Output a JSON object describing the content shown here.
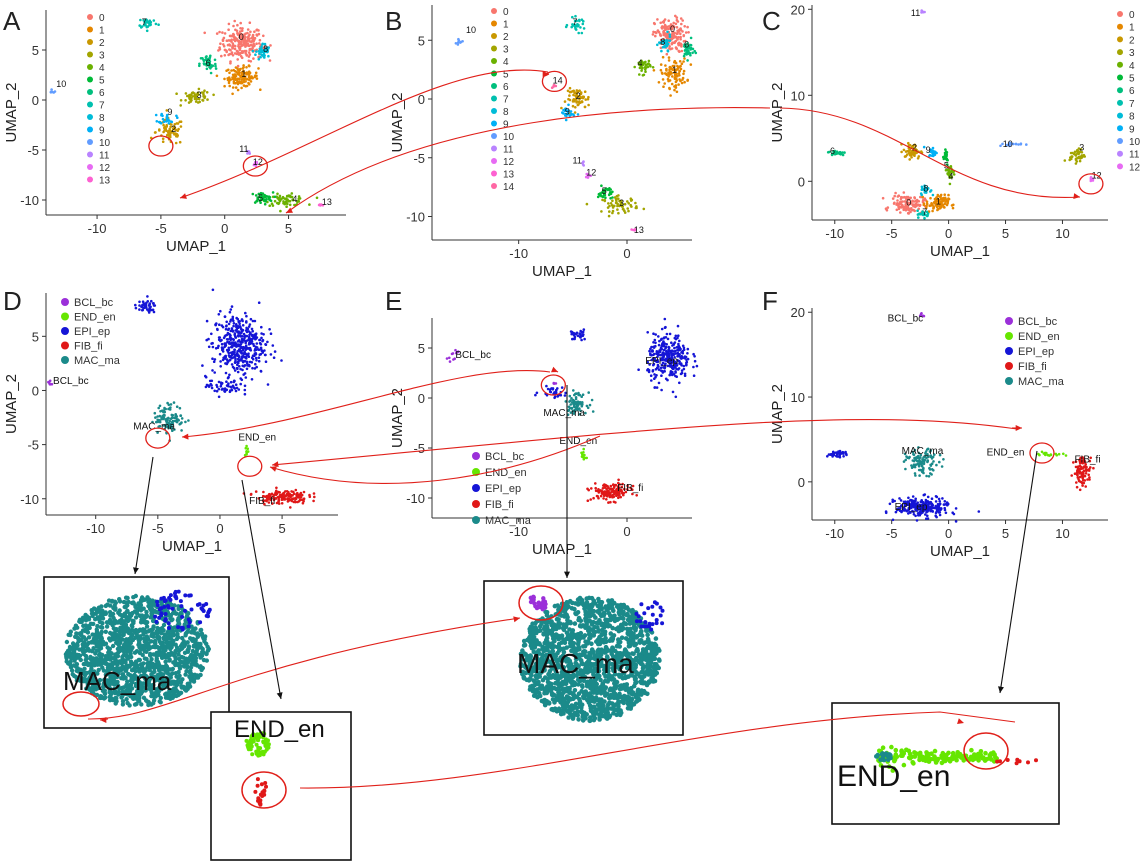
{
  "chart_data": [
    {
      "type": "scatter",
      "panel": "A",
      "xlabel": "UMAP_1",
      "ylabel": "UMAP_2",
      "xlim": [
        -14,
        9.5
      ],
      "ylim": [
        -11.5,
        9
      ],
      "xticks": [
        -10,
        -5,
        0,
        5
      ],
      "yticks": [
        5,
        0,
        -5,
        -10
      ],
      "legend": {
        "placement": "top-left",
        "labels": [
          "0",
          "1",
          "2",
          "3",
          "4",
          "5",
          "6",
          "7",
          "8",
          "9",
          "10",
          "11",
          "12",
          "13"
        ]
      },
      "clusters": [
        {
          "id": "0",
          "label": "0",
          "x": 1.3,
          "y": 5.7,
          "sx": 1.5,
          "sy": 1.6,
          "n": 230,
          "label_pos": [
            1.3,
            6.0
          ]
        },
        {
          "id": "1",
          "label": "1",
          "x": 1.3,
          "y": 2.3,
          "sx": 1.2,
          "sy": 0.9,
          "n": 120,
          "label_pos": [
            1.5,
            2.3
          ]
        },
        {
          "id": "2",
          "label": "2",
          "x": -4.3,
          "y": -3.2,
          "sx": 1.0,
          "sy": 1.2,
          "n": 70,
          "label_pos": [
            -4.0,
            -3.2
          ]
        },
        {
          "id": "3",
          "label": "3",
          "x": -2.2,
          "y": 0.3,
          "sx": 1.0,
          "sy": 0.6,
          "n": 55,
          "label_pos": [
            -2.0,
            0.2
          ]
        },
        {
          "id": "4",
          "label": "4",
          "x": 4.8,
          "y": -10.0,
          "sx": 1.4,
          "sy": 0.5,
          "n": 65,
          "label_pos": [
            5.5,
            -10.2
          ]
        },
        {
          "id": "5",
          "label": "5",
          "x": 2.9,
          "y": -9.8,
          "sx": 0.8,
          "sy": 0.5,
          "n": 45,
          "label_pos": [
            2.8,
            -10.1
          ]
        },
        {
          "id": "6",
          "label": "6",
          "x": -1.3,
          "y": 3.6,
          "sx": 0.6,
          "sy": 0.9,
          "n": 45,
          "label_pos": [
            -1.3,
            3.4
          ]
        },
        {
          "id": "7",
          "label": "7",
          "x": -6.0,
          "y": 7.7,
          "sx": 0.7,
          "sy": 0.5,
          "n": 30,
          "label_pos": [
            -6.3,
            7.5
          ]
        },
        {
          "id": "8",
          "label": "8",
          "x": 3.0,
          "y": 4.8,
          "sx": 0.5,
          "sy": 0.8,
          "n": 40,
          "label_pos": [
            3.2,
            4.8
          ]
        },
        {
          "id": "9",
          "label": "9",
          "x": -4.5,
          "y": -1.8,
          "sx": 0.6,
          "sy": 0.5,
          "n": 25,
          "label_pos": [
            -4.3,
            -1.5
          ]
        },
        {
          "id": "10",
          "label": "10",
          "x": -13.5,
          "y": 0.9,
          "sx": 0.2,
          "sy": 0.2,
          "n": 6,
          "label_pos": [
            -12.8,
            1.3
          ]
        },
        {
          "id": "11",
          "label": "11",
          "x": 1.8,
          "y": -5.3,
          "sx": 0.2,
          "sy": 0.3,
          "n": 6,
          "label_pos": [
            1.5,
            -5.2
          ]
        },
        {
          "id": "12",
          "label": "12",
          "x": 2.4,
          "y": -6.4,
          "sx": 0.2,
          "sy": 0.3,
          "n": 8,
          "label_pos": [
            2.6,
            -6.5
          ]
        },
        {
          "id": "13",
          "label": "13",
          "x": 7.5,
          "y": -10.5,
          "sx": 0.3,
          "sy": 0.1,
          "n": 6,
          "label_pos": [
            8.0,
            -10.5
          ]
        }
      ],
      "highlight_circles": [
        [
          -5.0,
          -4.6
        ],
        [
          2.4,
          -6.6
        ]
      ]
    },
    {
      "type": "scatter",
      "panel": "B",
      "xlabel": "UMAP_1",
      "ylabel": "UMAP_2",
      "xlim": [
        -18,
        6
      ],
      "ylim": [
        -12,
        8
      ],
      "xticks": [
        -10,
        0
      ],
      "yticks": [
        5,
        0,
        -5,
        -10
      ],
      "legend": {
        "placement": "top-left",
        "labels": [
          "0",
          "1",
          "2",
          "3",
          "4",
          "5",
          "6",
          "7",
          "8",
          "9",
          "10",
          "11",
          "12",
          "13",
          "14"
        ]
      },
      "clusters": [
        {
          "id": "0",
          "label": "0",
          "x": 4.0,
          "y": 5.4,
          "sx": 1.3,
          "sy": 1.3,
          "n": 160,
          "label_pos": [
            4.2,
            5.7
          ]
        },
        {
          "id": "1",
          "label": "1",
          "x": 4.3,
          "y": 2.2,
          "sx": 1.1,
          "sy": 1.1,
          "n": 100,
          "label_pos": [
            4.4,
            2.2
          ]
        },
        {
          "id": "2",
          "label": "2",
          "x": -4.5,
          "y": 0.0,
          "sx": 1.0,
          "sy": 0.8,
          "n": 60,
          "label_pos": [
            -4.5,
            0.0
          ]
        },
        {
          "id": "3",
          "label": "3",
          "x": -0.6,
          "y": -9.0,
          "sx": 1.5,
          "sy": 0.6,
          "n": 60,
          "label_pos": [
            -0.5,
            -9.1
          ]
        },
        {
          "id": "4",
          "label": "4",
          "x": 1.5,
          "y": 2.8,
          "sx": 0.6,
          "sy": 0.6,
          "n": 40,
          "label_pos": [
            1.2,
            2.8
          ]
        },
        {
          "id": "5",
          "label": "5",
          "x": -2.0,
          "y": -8.0,
          "sx": 0.6,
          "sy": 0.5,
          "n": 35,
          "label_pos": [
            -2.1,
            -8.1
          ]
        },
        {
          "id": "6",
          "label": "6",
          "x": 5.6,
          "y": 4.2,
          "sx": 0.5,
          "sy": 0.7,
          "n": 40,
          "label_pos": [
            5.5,
            4.4
          ]
        },
        {
          "id": "7",
          "label": "7",
          "x": -4.6,
          "y": 6.3,
          "sx": 0.7,
          "sy": 0.5,
          "n": 30,
          "label_pos": [
            -4.8,
            6.3
          ]
        },
        {
          "id": "8",
          "label": "8",
          "x": 3.5,
          "y": 4.6,
          "sx": 0.5,
          "sy": 0.7,
          "n": 35,
          "label_pos": [
            3.3,
            4.6
          ]
        },
        {
          "id": "9",
          "label": "9",
          "x": -5.5,
          "y": -1.2,
          "sx": 0.6,
          "sy": 0.5,
          "n": 25,
          "label_pos": [
            -5.5,
            -1.3
          ]
        },
        {
          "id": "10",
          "label": "10",
          "x": -15.5,
          "y": 4.8,
          "sx": 0.4,
          "sy": 0.4,
          "n": 8,
          "label_pos": [
            -14.4,
            5.6
          ]
        },
        {
          "id": "11",
          "label": "11",
          "x": -4.0,
          "y": -5.5,
          "sx": 0.2,
          "sy": 0.3,
          "n": 5,
          "label_pos": [
            -4.6,
            -5.5
          ]
        },
        {
          "id": "12",
          "label": "12",
          "x": -3.6,
          "y": -6.5,
          "sx": 0.2,
          "sy": 0.3,
          "n": 7,
          "label_pos": [
            -3.3,
            -6.5
          ]
        },
        {
          "id": "13",
          "label": "13",
          "x": 0.8,
          "y": -11.1,
          "sx": 0.3,
          "sy": 0.1,
          "n": 4,
          "label_pos": [
            1.1,
            -11.4
          ]
        },
        {
          "id": "14",
          "label": "14",
          "x": -6.8,
          "y": 1.1,
          "sx": 0.2,
          "sy": 0.2,
          "n": 6,
          "label_pos": [
            -6.4,
            1.3
          ]
        }
      ],
      "highlight_circles": [
        [
          -6.7,
          1.5
        ]
      ]
    },
    {
      "type": "scatter",
      "panel": "C",
      "xlabel": "UMAP_1",
      "ylabel": "UMAP_2",
      "xlim": [
        -12,
        14
      ],
      "ylim": [
        -4.5,
        20.5
      ],
      "xticks": [
        -10,
        -5,
        0,
        5,
        10
      ],
      "yticks": [
        20,
        10,
        0
      ],
      "legend": {
        "placement": "right",
        "labels": [
          "0",
          "1",
          "2",
          "3",
          "4",
          "5",
          "6",
          "7",
          "8",
          "9",
          "10",
          "11",
          "12"
        ]
      },
      "clusters": [
        {
          "id": "0",
          "label": "0",
          "x": -3.6,
          "y": -2.6,
          "sx": 1.3,
          "sy": 0.9,
          "n": 120,
          "label_pos": [
            -3.5,
            -2.8
          ]
        },
        {
          "id": "1",
          "label": "1",
          "x": -1.0,
          "y": -2.6,
          "sx": 0.9,
          "sy": 0.9,
          "n": 90,
          "label_pos": [
            -0.9,
            -2.7
          ]
        },
        {
          "id": "2",
          "label": "2",
          "x": -3.2,
          "y": 3.5,
          "sx": 0.7,
          "sy": 0.8,
          "n": 55,
          "label_pos": [
            -3.0,
            3.6
          ]
        },
        {
          "id": "3",
          "label": "3",
          "x": 11.3,
          "y": 3.0,
          "sx": 0.6,
          "sy": 0.7,
          "n": 45,
          "label_pos": [
            11.7,
            3.6
          ]
        },
        {
          "id": "4",
          "label": "4",
          "x": 0.2,
          "y": 1.0,
          "sx": 0.3,
          "sy": 1.0,
          "n": 25,
          "label_pos": [
            0.2,
            0.2
          ]
        },
        {
          "id": "5",
          "label": "5",
          "x": -0.3,
          "y": 3.0,
          "sx": 0.3,
          "sy": 1.0,
          "n": 20,
          "label_pos": [
            -0.2,
            1.5
          ]
        },
        {
          "id": "6",
          "label": "6",
          "x": -9.8,
          "y": 3.3,
          "sx": 0.7,
          "sy": 0.25,
          "n": 30,
          "label_pos": [
            -10.2,
            3.2
          ]
        },
        {
          "id": "7",
          "label": "7",
          "x": -2.2,
          "y": -3.8,
          "sx": 0.5,
          "sy": 0.35,
          "n": 25,
          "label_pos": [
            -2.1,
            -3.9
          ]
        },
        {
          "id": "8",
          "label": "8",
          "x": -2.0,
          "y": -1.0,
          "sx": 0.4,
          "sy": 0.5,
          "n": 25,
          "label_pos": [
            -2.0,
            -1.2
          ]
        },
        {
          "id": "9",
          "label": "9",
          "x": -1.4,
          "y": 3.4,
          "sx": 0.4,
          "sy": 0.5,
          "n": 20,
          "label_pos": [
            -1.8,
            3.3
          ]
        },
        {
          "id": "10",
          "label": "10",
          "x": 5.8,
          "y": 4.3,
          "sx": 1.3,
          "sy": 0.2,
          "n": 15,
          "label_pos": [
            5.2,
            4.0
          ]
        },
        {
          "id": "11",
          "label": "11",
          "x": -2.3,
          "y": 19.7,
          "sx": 0.2,
          "sy": 0.2,
          "n": 6,
          "label_pos": [
            -2.9,
            19.2
          ]
        },
        {
          "id": "12",
          "label": "12",
          "x": 12.6,
          "y": 0.4,
          "sx": 0.2,
          "sy": 0.3,
          "n": 6,
          "label_pos": [
            13.0,
            0.3
          ]
        }
      ],
      "highlight_circles": [
        [
          12.5,
          -0.3
        ]
      ]
    },
    {
      "type": "scatter",
      "panel": "D",
      "xlabel": "UMAP_1",
      "ylabel": "UMAP_2",
      "xlim": [
        -14,
        9.5
      ],
      "ylim": [
        -11.5,
        9
      ],
      "xticks": [
        -10,
        -5,
        0,
        5
      ],
      "yticks": [
        5,
        0,
        -5,
        -10
      ],
      "legend": {
        "placement": "top-left",
        "labels": [
          "BCL_bc",
          "END_en",
          "EPI_ep",
          "FIB_fi",
          "MAC_ma"
        ]
      },
      "clusters": [
        {
          "id": "EPI_ep",
          "label": "",
          "x": 1.5,
          "y": 4.2,
          "sx": 1.9,
          "sy": 2.6,
          "n": 420
        },
        {
          "id": "EPI_ep",
          "label": "",
          "x": -6.0,
          "y": 7.7,
          "sx": 0.8,
          "sy": 0.5,
          "n": 45
        },
        {
          "id": "EPI_ep",
          "label": "",
          "x": 0.3,
          "y": 0.4,
          "sx": 1.3,
          "sy": 0.8,
          "n": 50
        },
        {
          "id": "MAC_ma",
          "label": "MAC_ma",
          "x": -4.1,
          "y": -2.6,
          "sx": 1.1,
          "sy": 1.2,
          "n": 110,
          "label_pos": [
            -5.3,
            -3.6
          ]
        },
        {
          "id": "BCL_bc",
          "label": "BCL_bc",
          "x": -13.6,
          "y": 0.8,
          "sx": 0.2,
          "sy": 0.3,
          "n": 7,
          "label_pos": [
            -12.0,
            0.6
          ]
        },
        {
          "id": "END_en",
          "label": "END_en",
          "x": 2.2,
          "y": -5.6,
          "sx": 0.2,
          "sy": 0.4,
          "n": 10,
          "label_pos": [
            3.0,
            -4.6
          ]
        },
        {
          "id": "FIB_fi",
          "label": "FIB_fi",
          "x": 5.0,
          "y": -9.8,
          "sx": 1.9,
          "sy": 0.6,
          "n": 140,
          "label_pos": [
            3.4,
            -10.5
          ]
        }
      ],
      "highlight_circles": [
        [
          -5.0,
          -4.4
        ],
        [
          2.4,
          -7.0
        ]
      ]
    },
    {
      "type": "scatter",
      "panel": "E",
      "xlabel": "UMAP_1",
      "ylabel": "UMAP_2",
      "xlim": [
        -18,
        6
      ],
      "ylim": [
        -12,
        8
      ],
      "xticks": [
        -10,
        0
      ],
      "yticks": [
        5,
        0,
        -5,
        -10
      ],
      "legend": {
        "placement": "left",
        "labels": [
          "BCL_bc",
          "END_en",
          "EPI_ep",
          "FIB_fi",
          "MAC_ma"
        ]
      },
      "clusters": [
        {
          "id": "EPI_ep",
          "label": "EPI_ep",
          "x": 3.9,
          "y": 3.9,
          "sx": 1.8,
          "sy": 2.2,
          "n": 300,
          "label_pos": [
            3.2,
            3.4
          ]
        },
        {
          "id": "EPI_ep",
          "label": "",
          "x": -4.5,
          "y": 6.3,
          "sx": 0.7,
          "sy": 0.5,
          "n": 30
        },
        {
          "id": "EPI_ep",
          "label": "",
          "x": -6.8,
          "y": 0.6,
          "sx": 1.1,
          "sy": 0.5,
          "n": 30
        },
        {
          "id": "MAC_ma",
          "label": "MAC_ma",
          "x": -4.7,
          "y": -0.5,
          "sx": 0.9,
          "sy": 0.9,
          "n": 80,
          "label_pos": [
            -5.8,
            -1.8
          ]
        },
        {
          "id": "BCL_bc",
          "label": "BCL_bc",
          "x": -16.0,
          "y": 4.0,
          "sx": 0.4,
          "sy": 0.6,
          "n": 10,
          "label_pos": [
            -14.2,
            4.0
          ]
        },
        {
          "id": "BCL_bc",
          "label": "",
          "x": -6.7,
          "y": 1.5,
          "sx": 0.15,
          "sy": 0.15,
          "n": 4
        },
        {
          "id": "END_en",
          "label": "END_en",
          "x": -4.0,
          "y": -5.8,
          "sx": 0.25,
          "sy": 0.6,
          "n": 12,
          "label_pos": [
            -4.5,
            -4.6
          ]
        },
        {
          "id": "FIB_fi",
          "label": "FIB_fi",
          "x": -1.5,
          "y": -9.4,
          "sx": 1.6,
          "sy": 0.8,
          "n": 140,
          "label_pos": [
            0.3,
            -9.3
          ]
        }
      ],
      "highlight_circles": [
        [
          -6.8,
          1.3
        ]
      ]
    },
    {
      "type": "scatter",
      "panel": "F",
      "xlabel": "UMAP_1",
      "ylabel": "UMAP_2",
      "xlim": [
        -12,
        14
      ],
      "ylim": [
        -4.5,
        20.5
      ],
      "xticks": [
        -10,
        -5,
        0,
        5,
        10
      ],
      "yticks": [
        20,
        10,
        0
      ],
      "legend": {
        "placement": "top-right",
        "labels": [
          "BCL_bc",
          "END_en",
          "EPI_ep",
          "FIB_fi",
          "MAC_ma"
        ]
      },
      "clusters": [
        {
          "id": "EPI_ep",
          "label": "EPI_ep",
          "x": -2.3,
          "y": -3.0,
          "sx": 2.1,
          "sy": 1.0,
          "n": 260,
          "label_pos": [
            -3.3,
            -3.3
          ]
        },
        {
          "id": "EPI_ep",
          "label": "",
          "x": -9.8,
          "y": 3.3,
          "sx": 0.8,
          "sy": 0.3,
          "n": 40
        },
        {
          "id": "MAC_ma",
          "label": "MAC_ma",
          "x": -2.3,
          "y": 2.3,
          "sx": 1.3,
          "sy": 1.3,
          "n": 110,
          "label_pos": [
            -2.3,
            3.3
          ]
        },
        {
          "id": "BCL_bc",
          "label": "BCL_bc",
          "x": -2.3,
          "y": 19.7,
          "sx": 0.2,
          "sy": 0.2,
          "n": 6,
          "label_pos": [
            -3.8,
            18.9
          ]
        },
        {
          "id": "END_en",
          "label": "END_en",
          "x": 8.8,
          "y": 3.3,
          "sx": 1.2,
          "sy": 0.25,
          "n": 18,
          "label_pos": [
            5.0,
            3.1
          ]
        },
        {
          "id": "FIB_fi",
          "label": "FIB_fi",
          "x": 11.8,
          "y": 1.3,
          "sx": 0.7,
          "sy": 1.5,
          "n": 90,
          "label_pos": [
            12.2,
            2.3
          ]
        }
      ],
      "highlight_circles": [
        [
          8.2,
          3.4
        ]
      ]
    }
  ],
  "panel_letters": [
    "A",
    "B",
    "C",
    "D",
    "E",
    "F"
  ],
  "cluster_colors": [
    "#F8766D",
    "#E58700",
    "#C99800",
    "#A3A500",
    "#6BB100",
    "#00BA38",
    "#00BF7D",
    "#00C0AF",
    "#00BCD8",
    "#00B0F6",
    "#619CFF",
    "#B983FF",
    "#E76BF3",
    "#FD61D1",
    "#FF67A4"
  ],
  "celltype_colors": {
    "BCL_bc": "#9B30D9",
    "END_en": "#66E600",
    "EPI_ep": "#1515D6",
    "FIB_fi": "#E01818",
    "MAC_ma": "#1B8A8A"
  },
  "insets": [
    {
      "label": "MAC_ma"
    },
    {
      "label": "MAC_ma"
    },
    {
      "label": "END_en"
    },
    {
      "label": "END_en"
    }
  ],
  "annotation_colors": {
    "red": "#E0201A",
    "black": "#111111"
  }
}
